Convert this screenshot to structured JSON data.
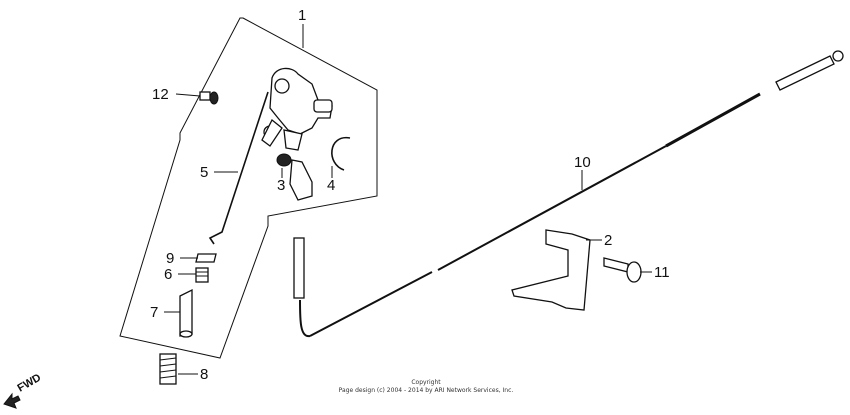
{
  "callouts": [
    "1",
    "2",
    "3",
    "4",
    "5",
    "6",
    "7",
    "8",
    "9",
    "10",
    "11",
    "12"
  ],
  "copyright": {
    "line1": "Copyright",
    "line2": "Page design (c) 2004 - 2014 by ARI Network Services, Inc."
  },
  "fwd_label": "FWD"
}
